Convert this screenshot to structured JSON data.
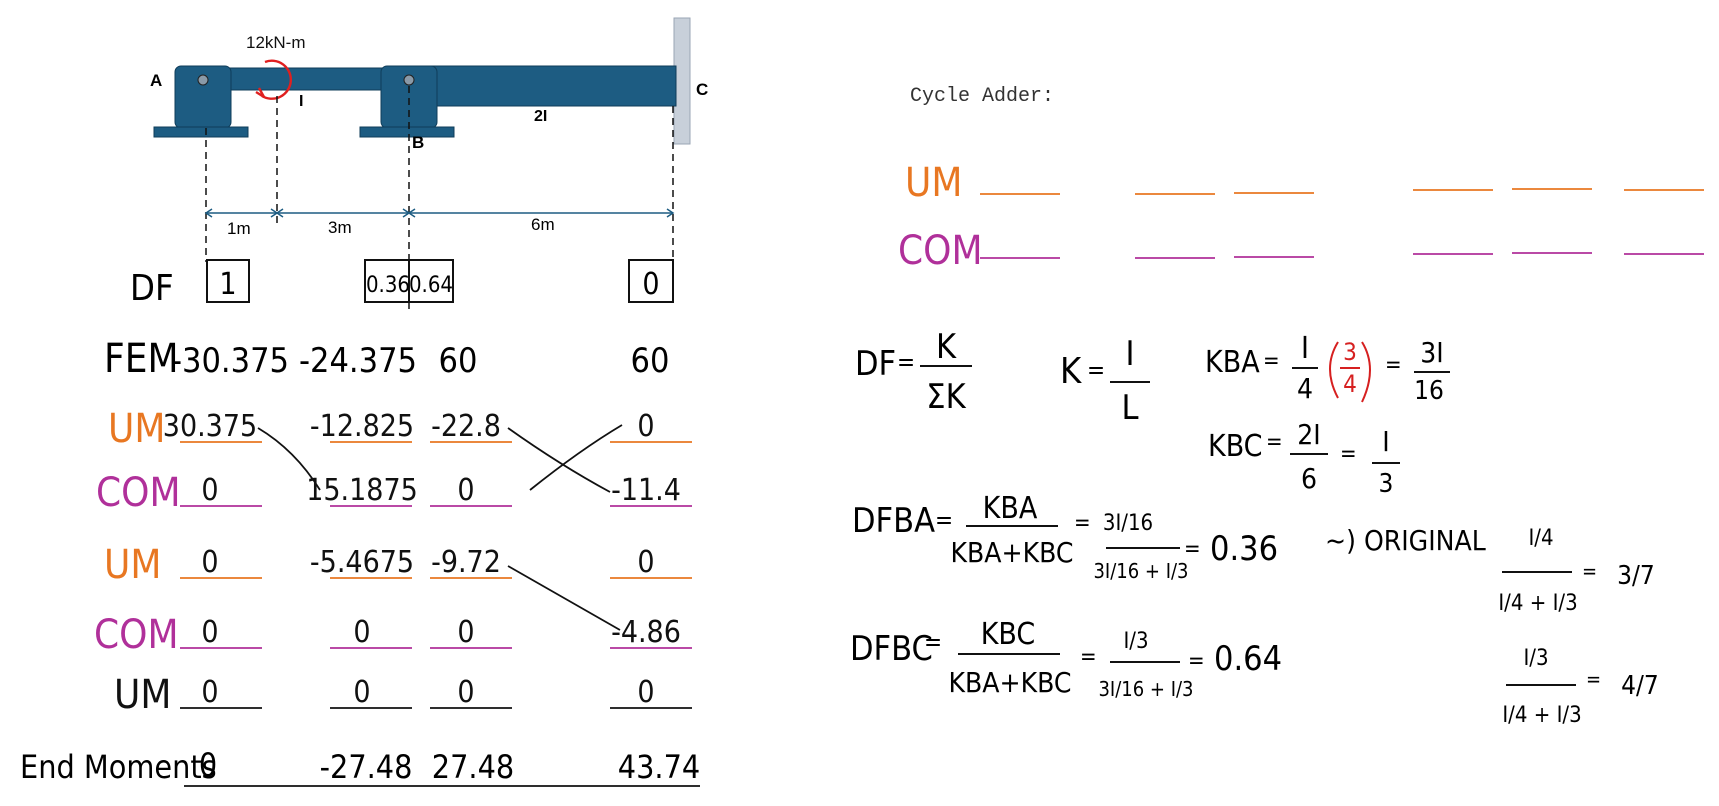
{
  "beam": {
    "moment_label": "12kN-m",
    "support_a": "A",
    "support_b": "B",
    "support_c": "C",
    "inertia_ab": "I",
    "inertia_bc": "2I",
    "dim_1": "1m",
    "dim_2": "3m",
    "dim_3": "6m"
  },
  "table": {
    "df_label": "DF",
    "df_values": [
      "1",
      "0.36",
      "0.64",
      "0"
    ],
    "fem_label": "FEM",
    "fem_values": [
      "-30.375",
      "-24.375",
      "60",
      "60"
    ],
    "rows": [
      {
        "label": "UM",
        "color": "#e87722",
        "values": [
          "30.375",
          "-12.825",
          "-22.8",
          "0"
        ]
      },
      {
        "label": "COM",
        "color": "#b0309a",
        "values": [
          "0",
          "15.1875",
          "0",
          "-11.4"
        ]
      },
      {
        "label": "UM",
        "color": "#e87722",
        "values": [
          "0",
          "-5.4675",
          "-9.72",
          "0"
        ]
      },
      {
        "label": "COM",
        "color": "#b0309a",
        "values": [
          "0",
          "0",
          "0",
          "-4.86"
        ]
      },
      {
        "label": "UM",
        "color": "#111111",
        "values": [
          "0",
          "0",
          "0",
          "0"
        ]
      }
    ],
    "end_label": "End Moments",
    "end_values": [
      "0",
      "-27.48",
      "27.48",
      "43.74"
    ]
  },
  "cycle_adder": {
    "title": "Cycle Adder:",
    "um_label": "UM",
    "com_label": "COM",
    "um_color": "#e87722",
    "com_color": "#b0309a"
  },
  "formulas": {
    "df_lhs": "DF",
    "df_num": "K",
    "df_den": "ΣK",
    "k_lhs": "K",
    "k_num": "I",
    "k_den": "L",
    "kba_lhs": "KBA",
    "kba_num": "I",
    "kba_den": "4",
    "kba_factor_num": "3",
    "kba_factor_den": "4",
    "kba_factor_color": "#d62020",
    "kba_res_num": "3I",
    "kba_res_den": "16",
    "kbc_lhs": "KBC",
    "kbc_num": "2I",
    "kbc_den": "6",
    "kbc_res_num": "I",
    "kbc_res_den": "3",
    "dfba_lhs": "DFBA",
    "dfba_num": "KBA",
    "dfba_den": "KBA+KBC",
    "dfba_sub_num": "3I/16",
    "dfba_sub_den": "3I/16 + I/3",
    "dfba_res": "0.36",
    "dfbc_lhs": "DFBC",
    "dfbc_num": "KBC",
    "dfbc_den": "KBA+KBC",
    "dfbc_sub_num": "I/3",
    "dfbc_sub_den": "3I/16 + I/3",
    "dfbc_res": "0.64",
    "original_label": "~) ORIGINAL",
    "orig1_num": "I/4",
    "orig1_den": "I/4 + I/3",
    "orig1_res": "3/7",
    "orig2_num": "I/3",
    "orig2_den": "I/4 + I/3",
    "orig2_res": "4/7"
  }
}
